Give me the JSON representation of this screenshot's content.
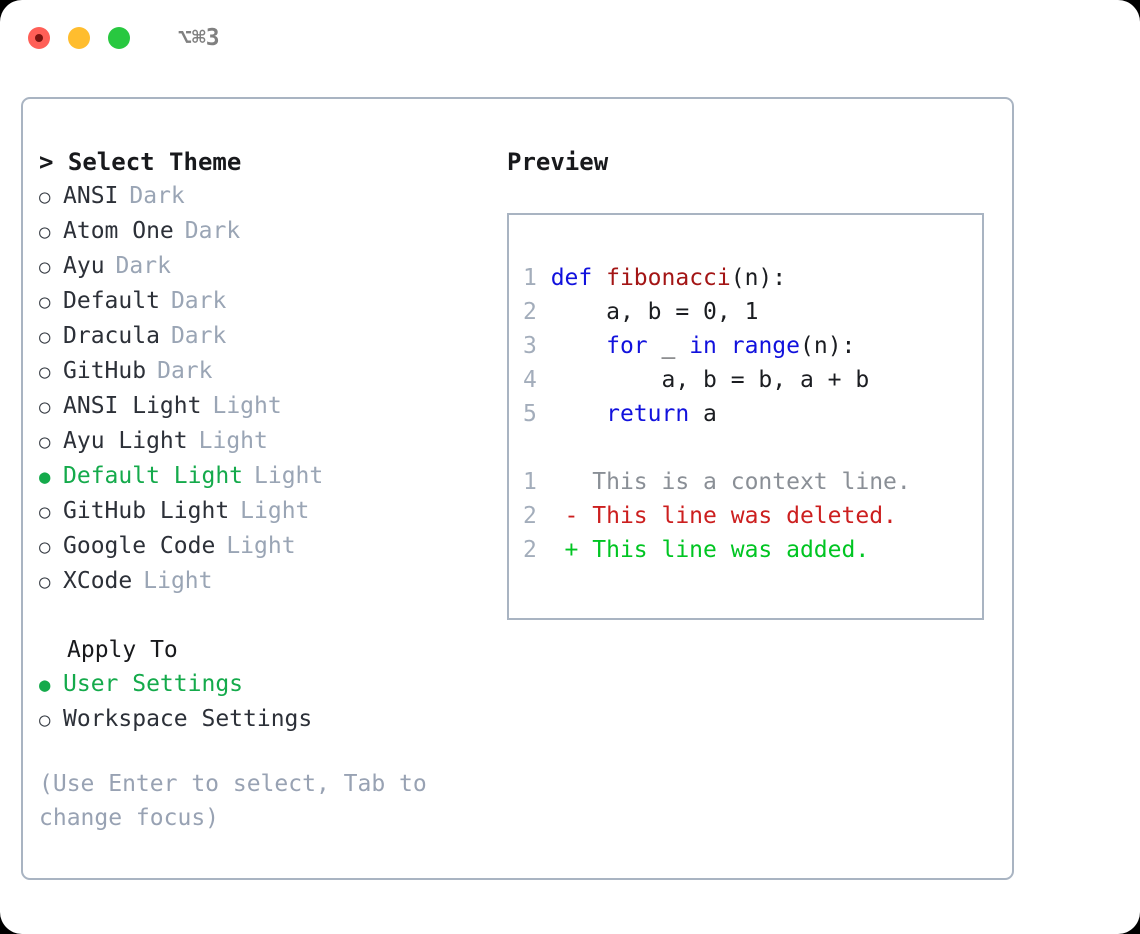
{
  "titlebar": {
    "shortcut": "⌥⌘3",
    "dots": [
      "close",
      "minimize",
      "maximize"
    ]
  },
  "theme_picker": {
    "header": "> Select Theme",
    "bullet_selected": "●",
    "bullet_unselected": "○",
    "items": [
      {
        "label": "ANSI",
        "tag": "Dark",
        "selected": false
      },
      {
        "label": "Atom One",
        "tag": "Dark",
        "selected": false
      },
      {
        "label": "Ayu",
        "tag": "Dark",
        "selected": false
      },
      {
        "label": "Default",
        "tag": "Dark",
        "selected": false
      },
      {
        "label": "Dracula",
        "tag": "Dark",
        "selected": false
      },
      {
        "label": "GitHub",
        "tag": "Dark",
        "selected": false
      },
      {
        "label": "ANSI Light",
        "tag": "Light",
        "selected": false
      },
      {
        "label": "Ayu Light",
        "tag": "Light",
        "selected": false
      },
      {
        "label": "Default Light",
        "tag": "Light",
        "selected": true
      },
      {
        "label": "GitHub Light",
        "tag": "Light",
        "selected": false
      },
      {
        "label": "Google Code",
        "tag": "Light",
        "selected": false
      },
      {
        "label": "XCode",
        "tag": "Light",
        "selected": false
      }
    ]
  },
  "apply_to": {
    "header": "Apply To",
    "items": [
      {
        "label": "User Settings",
        "selected": true
      },
      {
        "label": "Workspace Settings",
        "selected": false
      }
    ]
  },
  "hint": "(Use Enter to select, Tab to change focus)",
  "preview": {
    "header": "Preview",
    "code_lines": [
      {
        "num": "1",
        "tokens": [
          {
            "t": "def",
            "c": "kw"
          },
          {
            "t": " ",
            "c": "plain"
          },
          {
            "t": "fibonacci",
            "c": "fn"
          },
          {
            "t": "(n):",
            "c": "plain"
          }
        ]
      },
      {
        "num": "2",
        "tokens": [
          {
            "t": "    a, b = 0, 1",
            "c": "plain"
          }
        ]
      },
      {
        "num": "3",
        "tokens": [
          {
            "t": "    ",
            "c": "plain"
          },
          {
            "t": "for",
            "c": "kw"
          },
          {
            "t": " _ ",
            "c": "plain"
          },
          {
            "t": "in",
            "c": "kw"
          },
          {
            "t": " ",
            "c": "plain"
          },
          {
            "t": "range",
            "c": "bi"
          },
          {
            "t": "(n):",
            "c": "plain"
          }
        ]
      },
      {
        "num": "4",
        "tokens": [
          {
            "t": "        a, b = b, a + b",
            "c": "plain"
          }
        ]
      },
      {
        "num": "5",
        "tokens": [
          {
            "t": "    ",
            "c": "plain"
          },
          {
            "t": "return",
            "c": "kw"
          },
          {
            "t": " a",
            "c": "plain"
          }
        ]
      }
    ],
    "diff_lines": [
      {
        "num": "1",
        "marker": " ",
        "text": " This is a context line.",
        "kind": "diff-ctx"
      },
      {
        "num": "2",
        "marker": "-",
        "text": " This line was deleted.",
        "kind": "diff-del"
      },
      {
        "num": "2",
        "marker": "+",
        "text": " This line was added.",
        "kind": "diff-add"
      }
    ]
  },
  "colors": {
    "accent_green": "#14aa4b",
    "diff_add": "#00c522",
    "diff_del": "#cc1f1f",
    "keyword": "#1111dd",
    "function": "#a31515",
    "muted": "#9aa5b5",
    "border": "#a9b4c2"
  }
}
